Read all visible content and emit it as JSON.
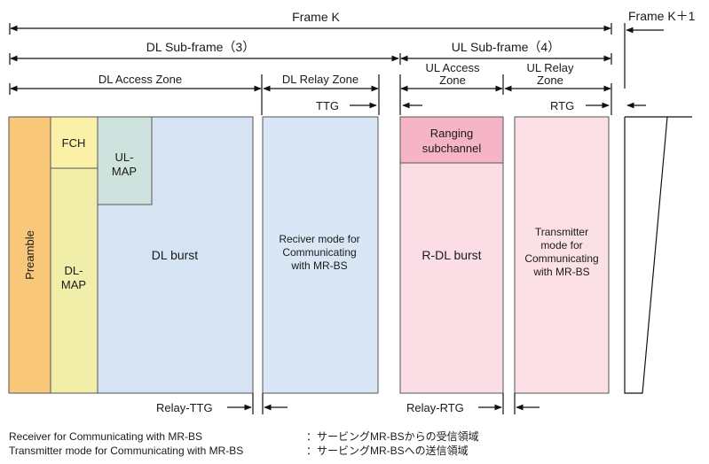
{
  "frame": {
    "current": "Frame K",
    "next": "Frame K＋1"
  },
  "subframes": {
    "dl": "DL Sub-frame（3）",
    "ul": "UL Sub-frame（4）"
  },
  "zones": {
    "dl_access": "DL Access Zone",
    "dl_relay": "DL Relay Zone",
    "ul_access": [
      "UL Access",
      "Zone"
    ],
    "ul_relay": [
      "UL Relay",
      "Zone"
    ]
  },
  "gaps": {
    "ttg": "TTG",
    "rtg": "RTG",
    "relay_ttg": "Relay-TTG",
    "relay_rtg": "Relay-RTG"
  },
  "blocks": {
    "preamble": "Preamble",
    "fch": "FCH",
    "ul_map": [
      "UL-",
      "MAP"
    ],
    "dl_map": [
      "DL-",
      "MAP"
    ],
    "dl_burst": "DL burst",
    "receiver": [
      "Reciver mode for",
      "Communicating",
      "with MR-BS"
    ],
    "ranging": [
      "Ranging",
      "subchannel"
    ],
    "r_dl_burst": "R-DL burst",
    "transmitter": [
      "Transmitter",
      "mode for",
      "Communicating",
      "with MR-BS"
    ]
  },
  "legend": [
    {
      "term": "Receiver for Communicating with MR-BS",
      "desc": "：サービングMR-BSからの受信領域"
    },
    {
      "term": "Transmitter mode for Communicating with MR-BS",
      "desc": "：サービングMR-BSへの送信領域"
    }
  ],
  "colors": {
    "preamble": "#f9c77a",
    "fch": "#fbf0a8",
    "dl_map": "#f1eeaa",
    "ul_map": "#cfe3de",
    "dl_burst": "#d6e3f3",
    "receiver": "#d8e6f5",
    "ranging": "#f6b5c6",
    "r_dl_burst": "#fbdde6",
    "transmitter": "#fbe0e6"
  }
}
